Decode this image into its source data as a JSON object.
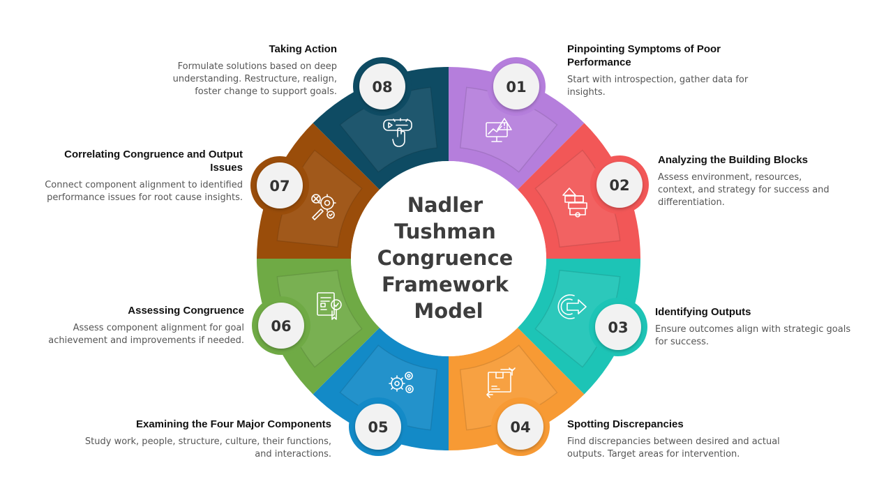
{
  "title_lines": [
    "Nadler",
    "Tushman",
    "Congruence",
    "Framework",
    "Model"
  ],
  "steps": [
    {
      "number": "01",
      "title": "Pinpointing Symptoms of Poor Performance",
      "description": "Start with introspection, gather data for insights.",
      "color": "#B57EDC",
      "icon": "monitor-alert-icon"
    },
    {
      "number": "02",
      "title": "Analyzing the Building Blocks",
      "description": "Assess environment, resources, context, and strategy for success and differentiation.",
      "color": "#F25757",
      "icon": "building-blocks-icon"
    },
    {
      "number": "03",
      "title": "Identifying Outputs",
      "description": "Ensure outcomes align with strategic goals for success.",
      "color": "#1DC4B6",
      "icon": "output-arrow-icon"
    },
    {
      "number": "04",
      "title": "Spotting Discrepancies",
      "description": "Find discrepancies between desired and actual outputs. Target areas for intervention.",
      "color": "#F79A34",
      "icon": "box-arrows-icon"
    },
    {
      "number": "05",
      "title": "Examining the Four Major Components",
      "description": "Study work, people, structure, culture, their functions, and interactions.",
      "color": "#138AC7",
      "icon": "gears-icon"
    },
    {
      "number": "06",
      "title": "Assessing Congruence",
      "description": "Assess component alignment for goal achievement and improvements if needed.",
      "color": "#6FAA45",
      "icon": "document-check-icon"
    },
    {
      "number": "07",
      "title": "Correlating Congruence and Output Issues",
      "description": "Connect component alignment to identified performance issues for root cause insights.",
      "color": "#9A4D0A",
      "icon": "gear-pencil-icon"
    },
    {
      "number": "08",
      "title": "Taking Action",
      "description": "Formulate solutions based on deep understanding. Restructure, realign, foster change to support goals.",
      "color": "#0E4B63",
      "icon": "touch-screen-icon"
    }
  ]
}
